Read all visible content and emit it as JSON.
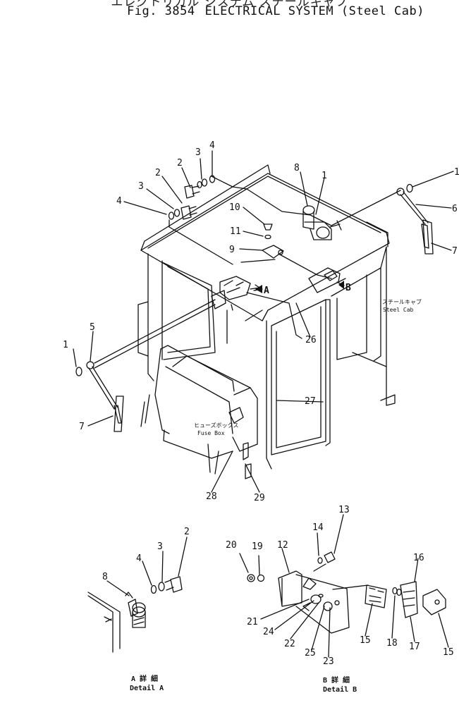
{
  "header": {
    "title_jp": "エレクトリカル システム スチールキャブ",
    "fig_no": "Fig. 3854",
    "title_en": "ELECTRICAL SYSTEM (Steel Cab)"
  },
  "annotations": {
    "steel_cab_jp": "スチールキャブ",
    "steel_cab_en": "Steel Cab",
    "fuse_box_jp": "ヒューズボックス",
    "fuse_box_en": "Fuse Box",
    "view_a": "A",
    "view_b": "B"
  },
  "details": {
    "a_jp": "A 詳 細",
    "a_en": "Detail A",
    "b_jp": "B 詳 細",
    "b_en": "Detail B"
  },
  "callouts": {
    "c4a": "4",
    "c3a": "3",
    "c2a": "2",
    "c2b": "2",
    "c3b": "3",
    "c4b": "4",
    "c8a": "8",
    "c1a": "1",
    "c10": "10",
    "c11": "11",
    "c9": "9",
    "c1b": "1",
    "c6": "6",
    "c7a": "7",
    "c26": "26",
    "c5": "5",
    "c1c": "1",
    "c7b": "7",
    "c27": "27",
    "c28": "28",
    "c29": "29",
    "d_c8": "8",
    "d_c4": "4",
    "d_c3": "3",
    "d_c2": "2",
    "d_c20": "20",
    "d_c19": "19",
    "d_c12": "12",
    "d_c14": "14",
    "d_c13": "13",
    "d_c21": "21",
    "d_c24": "24",
    "d_c22": "22",
    "d_c25": "25",
    "d_c23": "23",
    "d_c15a": "15",
    "d_c18": "18",
    "d_c16": "16",
    "d_c17": "17",
    "d_c15b": "15"
  }
}
